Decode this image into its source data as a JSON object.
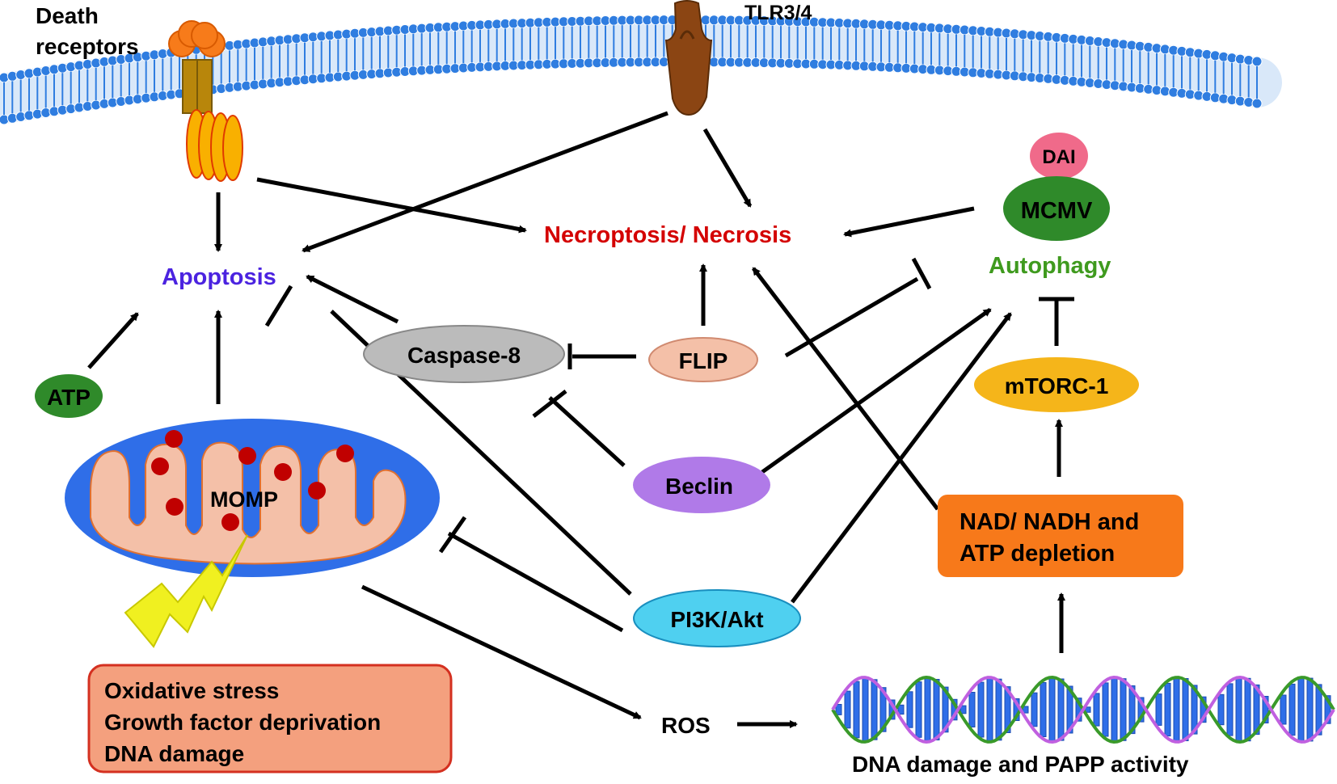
{
  "labels": {
    "death_receptors_line1": "Death",
    "death_receptors_line2": "receptors",
    "tlr": "TLR3/4",
    "necroptosis": "Necroptosis/ Necrosis",
    "apoptosis": "Apoptosis",
    "autophagy": "Autophagy",
    "dai": "DAI",
    "mcmv": "MCMV",
    "caspase8": "Caspase-8",
    "flip": "FLIP",
    "atp": "ATP",
    "mtorc1": "mTORC-1",
    "momp": "MOMP",
    "beclin": "Beclin",
    "nad_line1": "NAD/ NADH and",
    "nad_line2": "ATP depletion",
    "pi3k": "PI3K/Akt",
    "ros": "ROS",
    "stress_line1": "Oxidative stress",
    "stress_line2": "Growth factor deprivation",
    "stress_line3": "DNA damage",
    "dna_caption": "DNA damage and PAPP activity"
  },
  "colors": {
    "membrane": "#2f7de0",
    "necroptosis_text": "#d40000",
    "apoptosis_text": "#4b23e0",
    "autophagy_text": "#3f9a1e",
    "dai_fill": "#f06a8a",
    "mcmv_fill": "#2f8a2a",
    "caspase8_fill": "#bbbbbb",
    "flip_fill": "#f4c0a8",
    "atp_fill": "#2f8a2a",
    "mtorc1_fill": "#f5b51a",
    "beclin_fill": "#b07ae8",
    "nad_fill": "#f7791a",
    "pi3k_fill": "#4fd0f0",
    "stress_fill": "#f4a07e",
    "stress_border": "#d43020",
    "mito_outer": "#2f6ee8",
    "mito_inner": "#f4c0a8",
    "lightning": "#f0f020"
  },
  "icons": {
    "membrane": "lipid-bilayer-icon",
    "death_receptor": "death-receptor-icon",
    "tlr": "tlr-receptor-icon",
    "mitochondrion": "mitochondrion-icon",
    "lightning": "lightning-bolt-icon",
    "dna": "dna-helix-icon"
  }
}
